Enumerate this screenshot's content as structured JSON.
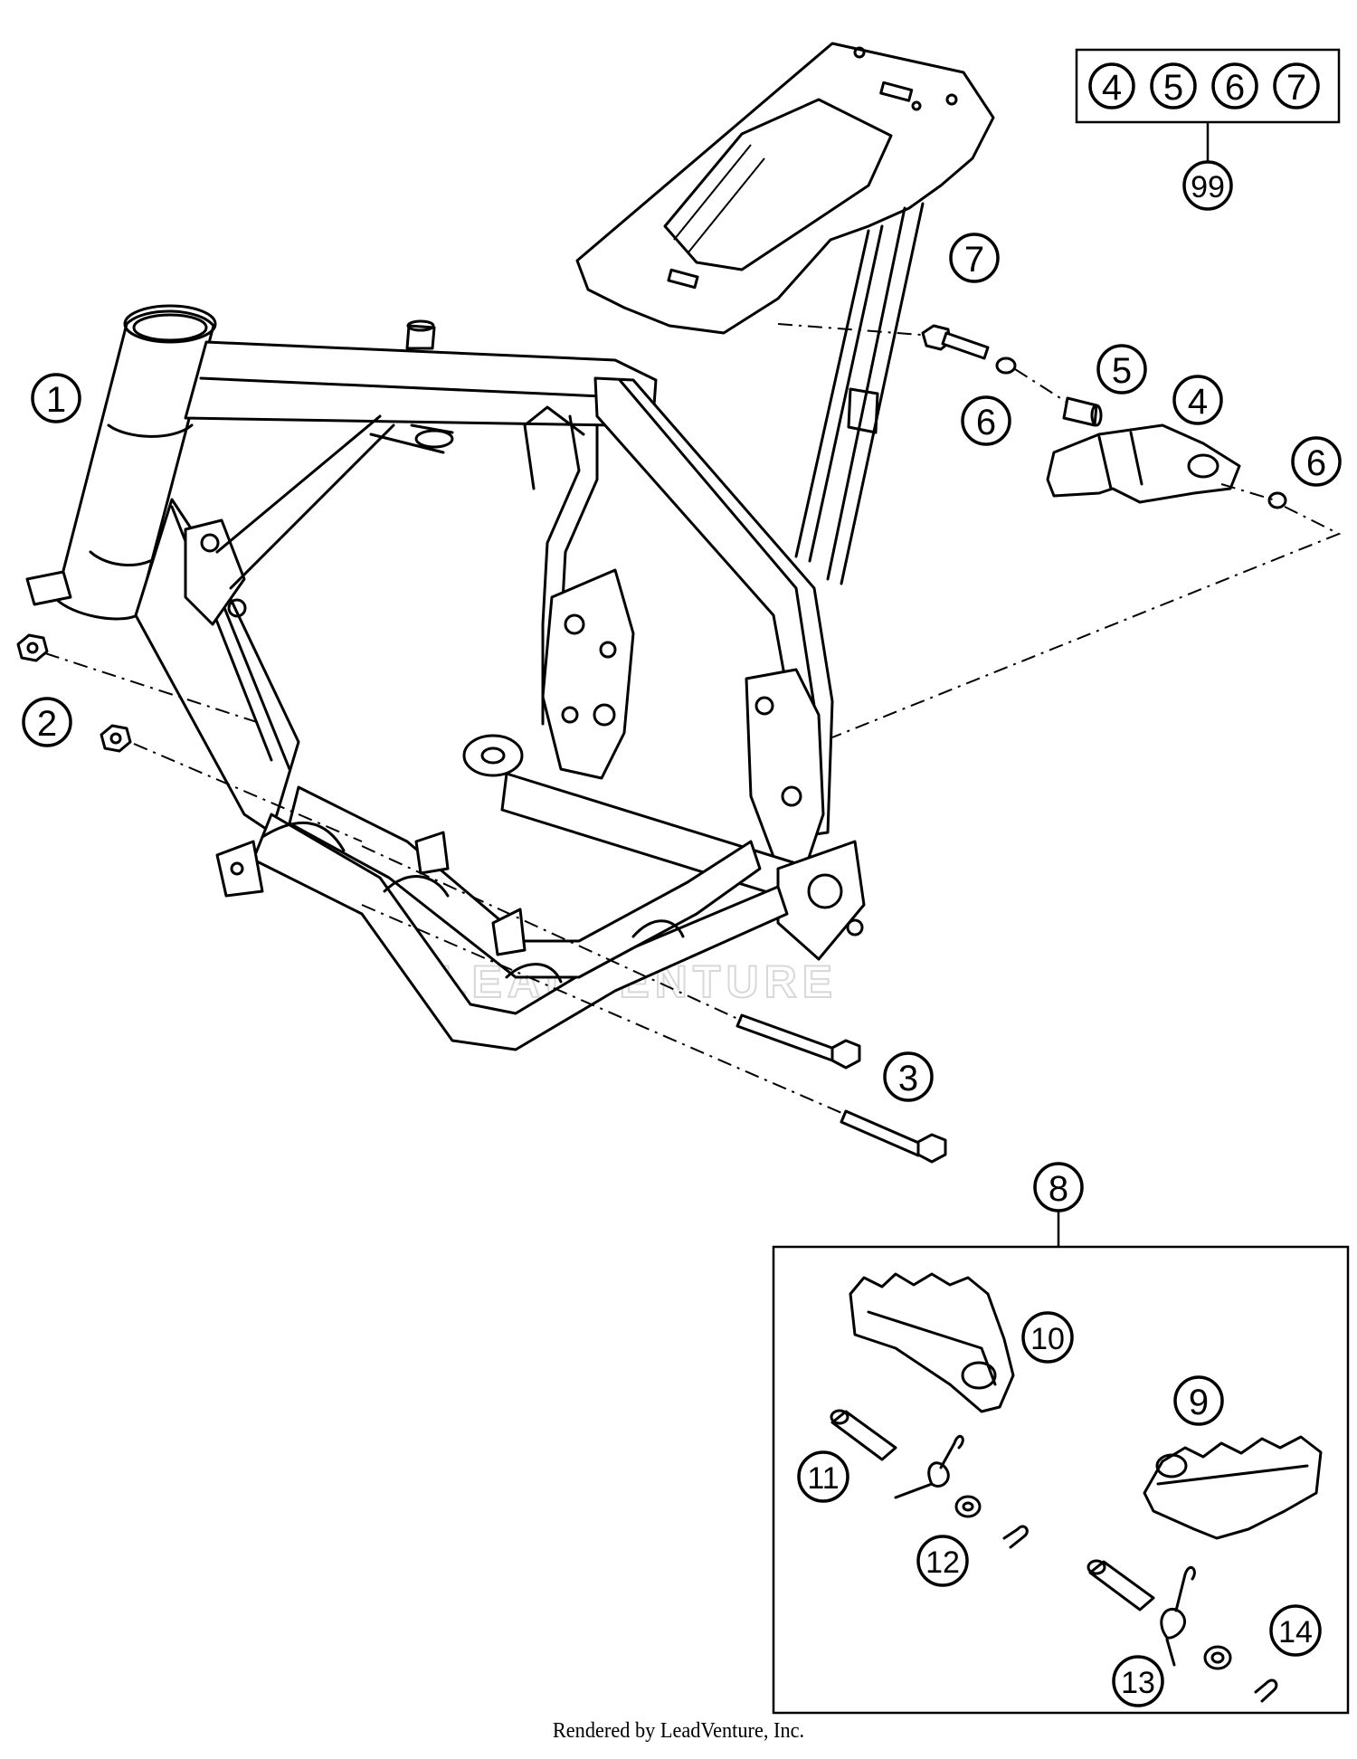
{
  "callouts": [
    {
      "id": "c1",
      "label": "1"
    },
    {
      "id": "c2",
      "label": "2"
    },
    {
      "id": "c3",
      "label": "3"
    },
    {
      "id": "c4",
      "label": "4"
    },
    {
      "id": "c4b",
      "label": "4"
    },
    {
      "id": "c5",
      "label": "5"
    },
    {
      "id": "c5b",
      "label": "5"
    },
    {
      "id": "c6a",
      "label": "6"
    },
    {
      "id": "c6b",
      "label": "6"
    },
    {
      "id": "c6c",
      "label": "6"
    },
    {
      "id": "c7",
      "label": "7"
    },
    {
      "id": "c7b",
      "label": "7"
    },
    {
      "id": "c8",
      "label": "8"
    },
    {
      "id": "c9",
      "label": "9"
    },
    {
      "id": "c10",
      "label": "10"
    },
    {
      "id": "c11",
      "label": "11"
    },
    {
      "id": "c12",
      "label": "12"
    },
    {
      "id": "c13",
      "label": "13"
    },
    {
      "id": "c14",
      "label": "14"
    },
    {
      "id": "c99",
      "label": "99"
    }
  ],
  "watermark": "LEADVENTURE",
  "footer": "Rendered by LeadVenture, Inc."
}
